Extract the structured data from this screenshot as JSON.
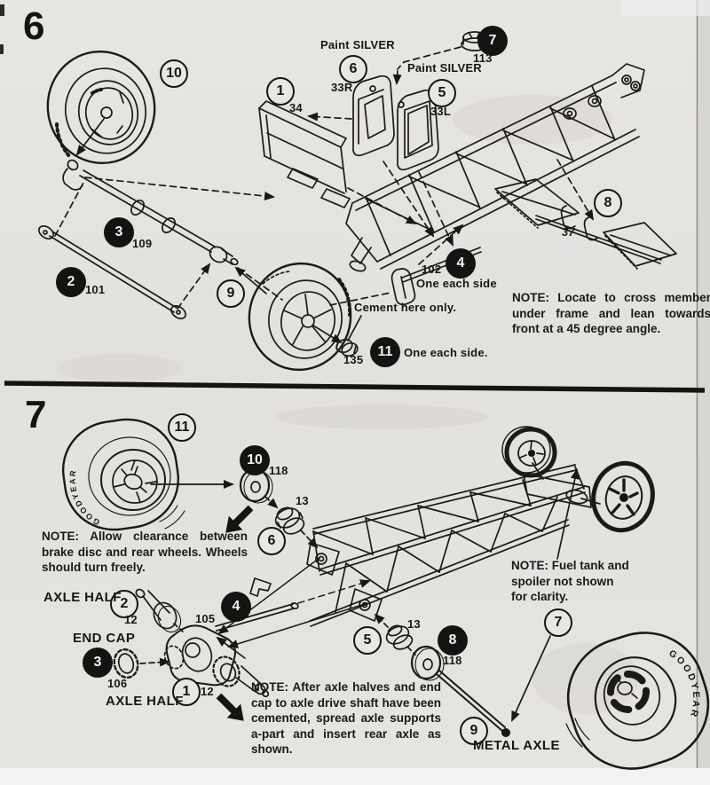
{
  "colors": {
    "paper": "#e6e4e1",
    "ink": "#181716",
    "callout_dark_bg": "#141312",
    "callout_light_text": "#f2f0ed"
  },
  "step6": {
    "number": "6",
    "paint_silver_right": "Paint SILVER",
    "paint_silver_left": "Paint SILVER",
    "parts": {
      "p34": "34",
      "p33r": "33R",
      "p33l": "33L",
      "p113": "113",
      "p109": "109",
      "p101": "101",
      "p102": "102",
      "p37": "37",
      "p135": "135"
    },
    "captions": {
      "one_each_side_102": "One each side",
      "cement_here": "Cement here only.",
      "one_each_side_135": "One each side."
    },
    "callouts": {
      "c1": "1",
      "c2": "2",
      "c3": "3",
      "c4": "4",
      "c5": "5",
      "c6": "6",
      "c7": "7",
      "c8": "8",
      "c9": "9",
      "c10": "10",
      "c11": "11"
    },
    "note": {
      "prefix": "NOTE:",
      "body": "Locate to cross member under frame and lean towards front at a 45 degree angle."
    }
  },
  "step7": {
    "number": "7",
    "parts": {
      "p118_brake": "118",
      "p13_coupler": "13",
      "p12_left": "12",
      "p105": "105",
      "p106": "106",
      "p12_right": "12",
      "p13_right": "13",
      "p118_right": "118"
    },
    "captions": {
      "axle_half_upper": "AXLE HALF",
      "end_cap": "END CAP",
      "axle_half_lower": "AXLE HALF",
      "metal_axle": "METAL AXLE"
    },
    "callouts": {
      "c1": "1",
      "c2": "2",
      "c3": "3",
      "c4": "4",
      "c5": "5",
      "c6": "6",
      "c7": "7",
      "c8": "8",
      "c9": "9",
      "c10": "10",
      "c11": "11"
    },
    "notes": {
      "clearance": {
        "prefix": "NOTE:",
        "body": "Allow clearance between brake disc and rear wheels. Wheels should turn freely."
      },
      "assembly": {
        "prefix": "NOTE:",
        "body": "After axle halves and end cap to axle drive shaft have been cemented, spread axle supports a-part and insert rear axle as shown."
      },
      "fuel_tank": {
        "prefix": "NOTE:",
        "body": "Fuel tank and spoiler not shown for clarity."
      }
    },
    "tire_brand": "GOODYEAR"
  }
}
